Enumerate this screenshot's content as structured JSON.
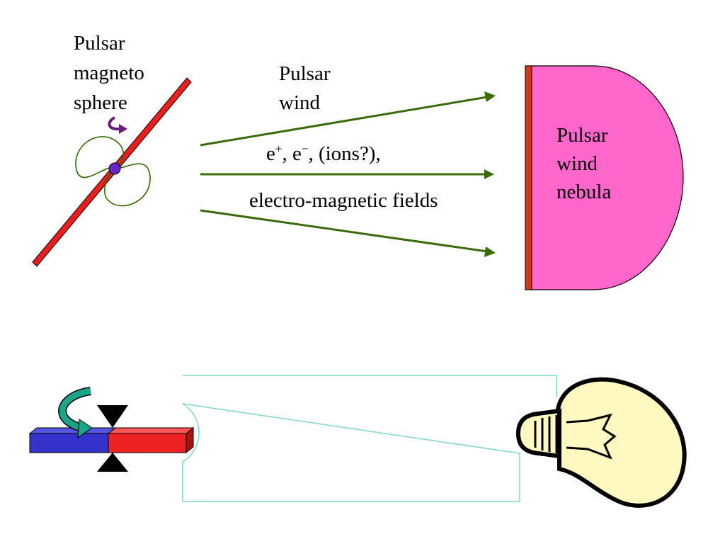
{
  "pulsar": {
    "line1": "Pulsar",
    "line2": "magneto",
    "line3": "sphere"
  },
  "wind": {
    "line1": "Pulsar",
    "line2": "wind"
  },
  "particles": {
    "e": "e",
    "plus": "+",
    "minus": "−",
    "sep": ", ",
    "tail": ", (ions?),"
  },
  "fields": "electro-magnetic fields",
  "nebula": {
    "line1": "Pulsar",
    "line2": "wind",
    "line3": "nebula"
  },
  "colors": {
    "arrow": "#3a6b0a",
    "nebula_fill": "#ff66cc",
    "nebula_edge": "#d23a1a",
    "jet": "#ee1c1c",
    "field_line": "#2e6b00",
    "star": "#6a22cc",
    "rotation": "#6a1a7a",
    "magnet_blue": "#3333cc",
    "magnet_red": "#ee2222",
    "circuit": "#7fd6c8",
    "bulb": "#fff8c0",
    "curl_arrow": "#1aa58a"
  }
}
